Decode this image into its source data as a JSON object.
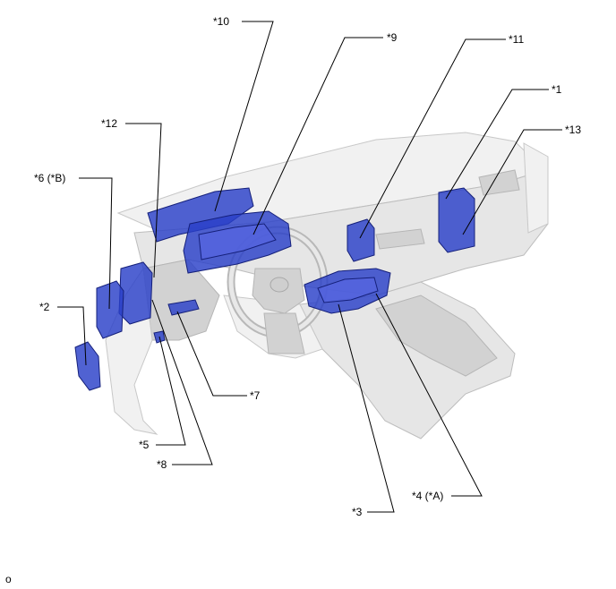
{
  "diagram": {
    "callouts": {
      "c1": "*1",
      "c2": "*2",
      "c3": "*3",
      "c4": "*4 (*A)",
      "c5": "*5",
      "c6": "*6 (*B)",
      "c7": "*7",
      "c8": "*8",
      "c9": "*9",
      "c10": "*10",
      "c11": "*11",
      "c12": "*12",
      "c13": "*13"
    },
    "highlight_color": "#2a3fc8",
    "dashboard_color": "#e6e6e6"
  },
  "footer": {
    "text": "o"
  }
}
